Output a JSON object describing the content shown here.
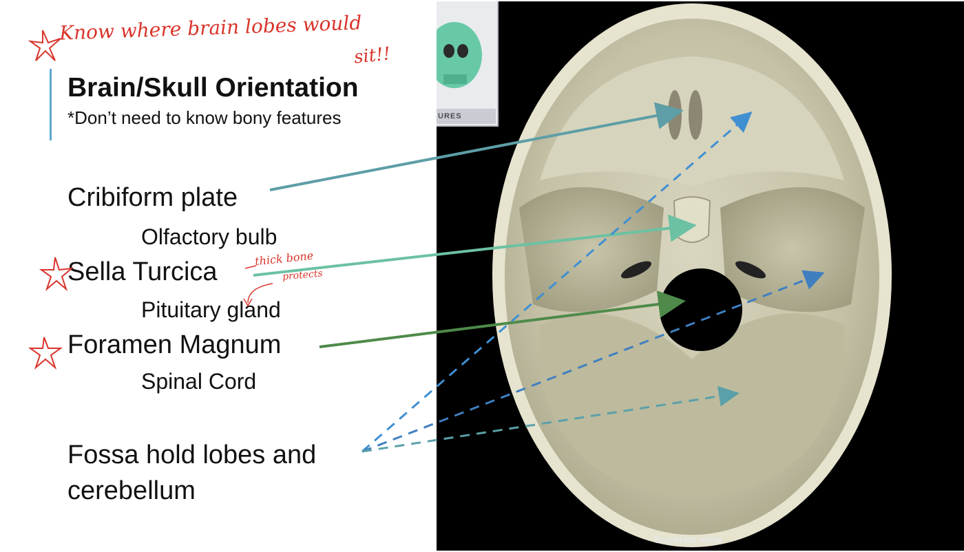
{
  "slide": {
    "title": "Brain/Skull Orientation",
    "subtitle": "*Don’t need to know bony features",
    "items": [
      {
        "label": "Cribiform plate",
        "sub": "Olfactory bulb"
      },
      {
        "label": "Sella Turcica",
        "sub": "Pituitary gland"
      },
      {
        "label": "Foramen Magnum",
        "sub": "Spinal Cord"
      }
    ],
    "fossa_line1": "Fossa hold lobes and",
    "fossa_line2": "cerebellum"
  },
  "annotations": {
    "note_line1": "Know where brain lobes would",
    "note_line2": "sit!!",
    "sella_note1": "thick bone",
    "sella_note2": "protects"
  },
  "image": {
    "thumb_label": "URES",
    "caption": "Superior view"
  },
  "colors": {
    "ink": "#d9342b",
    "arrow_teal": "#5e9ea6",
    "arrow_green": "#6cc1a3",
    "arrow_dark_green": "#4f8a4a",
    "arrow_blue": "#3f8fd1"
  }
}
